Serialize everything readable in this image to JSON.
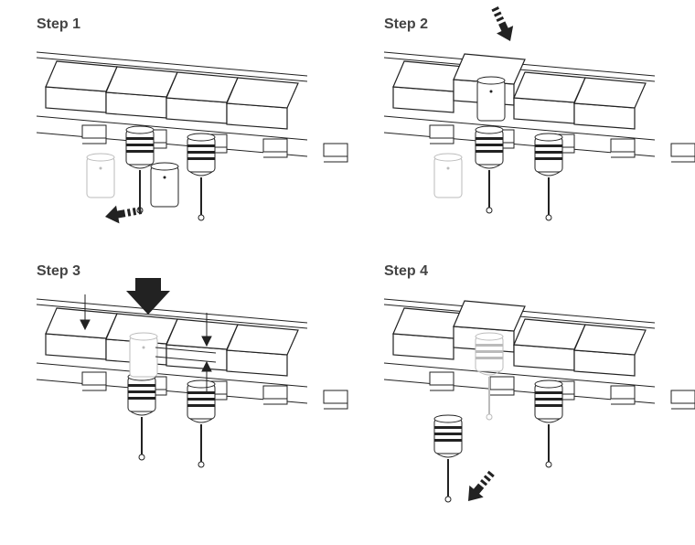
{
  "steps": [
    {
      "title": "Step 1"
    },
    {
      "title": "Step 2"
    },
    {
      "title": "Step 3"
    },
    {
      "title": "Step 4"
    }
  ],
  "colors": {
    "line": "#222222",
    "ghost": "#bbbbbb",
    "title": "#444444"
  }
}
